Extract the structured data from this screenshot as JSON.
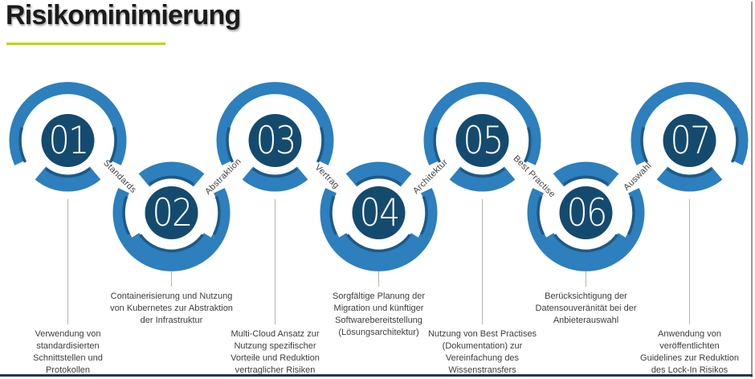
{
  "title": "Risikominimierung",
  "colors": {
    "underline": "#c2d500",
    "ring_blue": "#2d7fbd",
    "ring_shadow": "#1e5985",
    "node_navy": "#154a6f",
    "number_text": "#ffffff",
    "connector_label_text": "#434343",
    "description_text": "#3d3d3d",
    "connector_line": "#b4b4b4",
    "bottom_border": "#1e3a56",
    "right_border": "#9b9b9b"
  },
  "steps": [
    {
      "number": "01",
      "row": "top",
      "label_to_next": "Standards",
      "description": [
        "Verwendung von",
        "standardisierten",
        "Schnittstellen und",
        "Protokollen"
      ]
    },
    {
      "number": "02",
      "row": "bottom",
      "label_to_next": "Abstraktion",
      "description": [
        "Containerisierung und Nutzung",
        "von Kubernetes zur Abstraktion",
        "der Infrastruktur"
      ]
    },
    {
      "number": "03",
      "row": "top",
      "label_to_next": "Vertrag",
      "description": [
        "Multi-Cloud Ansatz zur",
        "Nutzung spezifischer",
        "Vorteile und Reduktion",
        "vertraglicher Risiken"
      ]
    },
    {
      "number": "04",
      "row": "bottom",
      "label_to_next": "Architektur",
      "description": [
        "Sorgfältige Planung der",
        "Migration und künftiger",
        "Softwarebereitstellung",
        "(Lösungsarchitektur)"
      ]
    },
    {
      "number": "05",
      "row": "top",
      "label_to_next": "Best Practise",
      "description": [
        "Nutzung von Best Practises",
        "(Dokumentation) zur",
        "Vereinfachung des",
        "Wissenstransfers"
      ]
    },
    {
      "number": "06",
      "row": "bottom",
      "label_to_next": "Auswahl",
      "description": [
        "Berücksichtigung der",
        "Datensouveränität bei der",
        "Anbieterauswahl"
      ]
    },
    {
      "number": "07",
      "row": "top",
      "label_to_next": null,
      "description": [
        "Anwendung von",
        "veröffentlichten",
        "Guidelines zur Reduktion",
        "des Lock-In Risikos"
      ]
    }
  ]
}
